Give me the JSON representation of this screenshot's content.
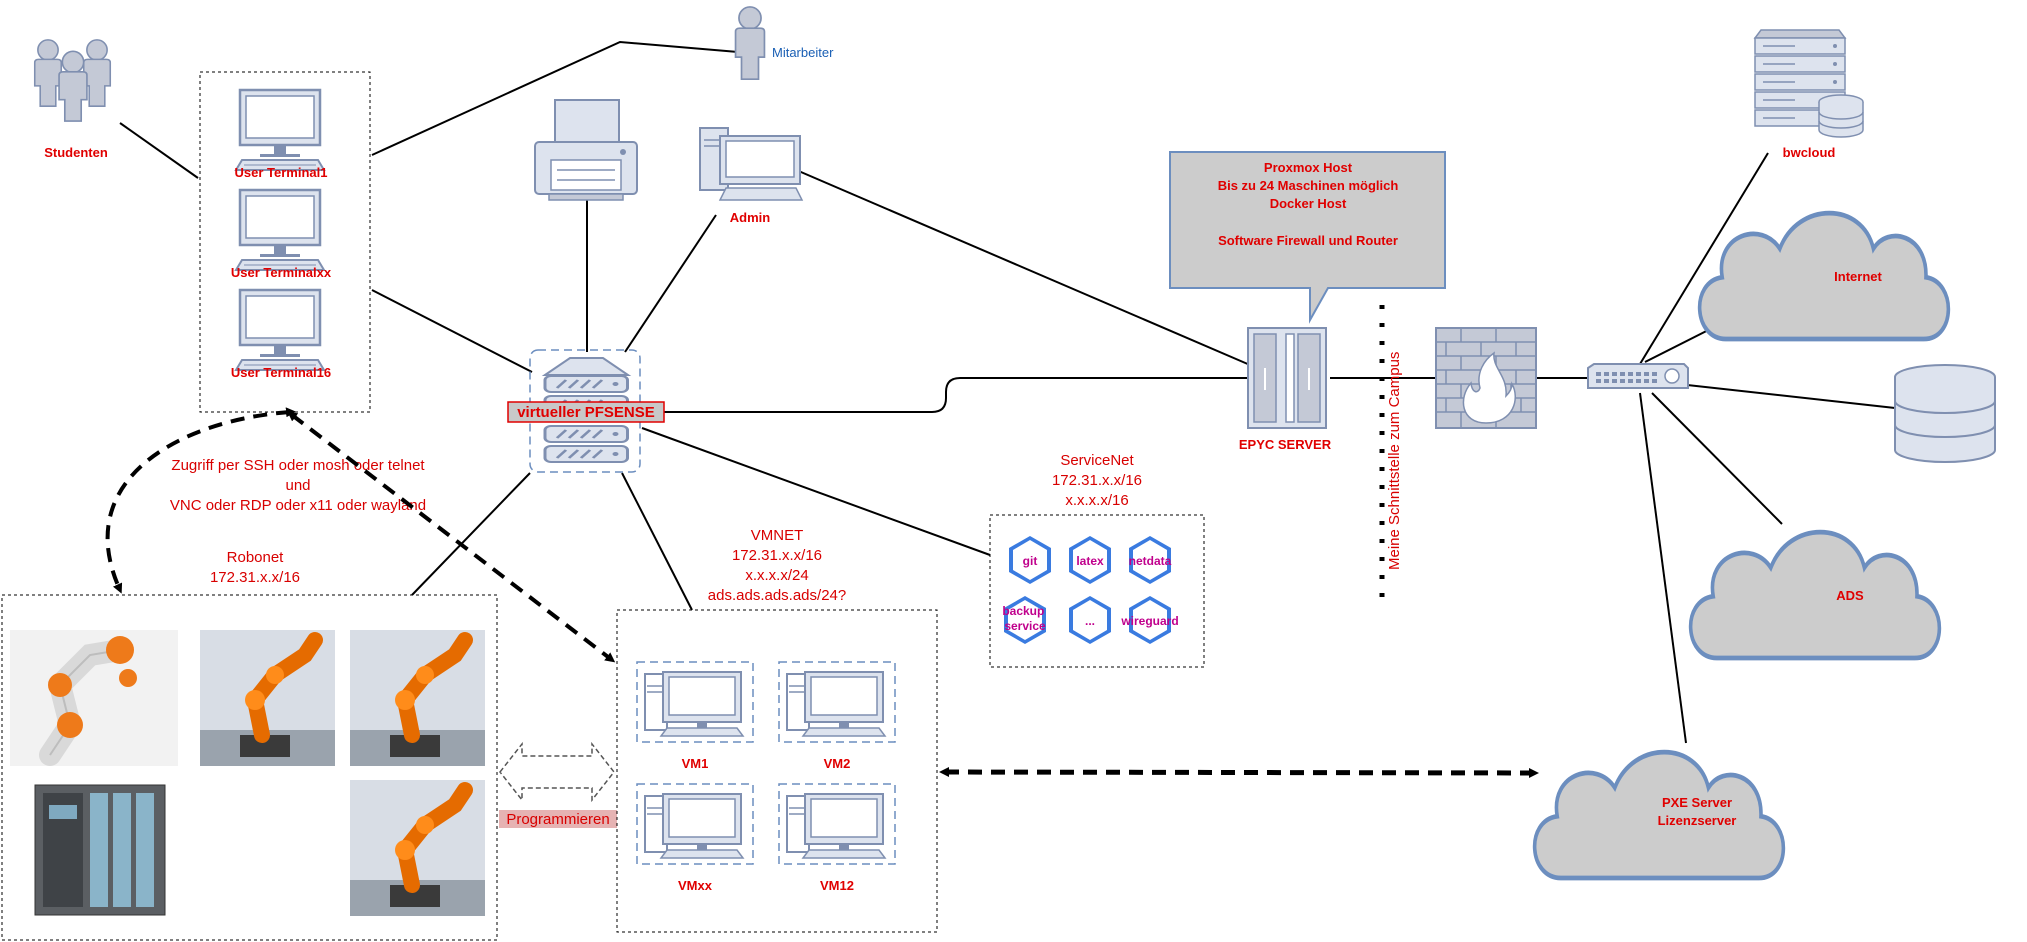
{
  "groups": {
    "students": "Studenten",
    "employee": "Mitarbeiter"
  },
  "terminals": [
    "User Terminal1",
    "User Terminalxx",
    "User Terminal16"
  ],
  "admin": "Admin",
  "pfsense": "virtueller PFSENSE",
  "proxmox_note": [
    "Proxmox Host",
    "Bis zu 24 Maschinen  möglich",
    "Docker Host",
    "",
    "Software Firewall und Router"
  ],
  "server": "EPYC SERVER",
  "campus_interface": "Meine Schnittstelle zum Campus",
  "clouds": {
    "bwcloud": "bwcloud",
    "internet": "Internet",
    "ads": "ADS",
    "pxe": [
      "PXE Server",
      "Lizenzserver"
    ]
  },
  "access_note": [
    "Zugriff per SSH oder mosh oder telnet",
    "und",
    "VNC oder RDP oder x11 oder wayland"
  ],
  "robonet": [
    "Robonet",
    "172.31.x.x/16"
  ],
  "vmnet": [
    "VMNET",
    "172.31.x.x/16",
    "x.x.x.x/24",
    "ads.ads.ads.ads/24?"
  ],
  "servicenet": [
    "ServiceNet",
    "172.31.x.x/16",
    "x.x.x.x/16"
  ],
  "services": [
    "git",
    "latex",
    "netdata",
    "backup service",
    "...",
    "wireguard"
  ],
  "vms": [
    "VM1",
    "VM2",
    "VMxx",
    "VM12"
  ],
  "programming": "Programmieren",
  "colors": {
    "label_red": "#e00000",
    "icon_blue": "#8c9bbb",
    "cloud_fill": "#cccccc",
    "cloud_stroke": "#6c8ebf",
    "service_magenta": "#c0008c",
    "service_hex": "#3a7be0"
  }
}
